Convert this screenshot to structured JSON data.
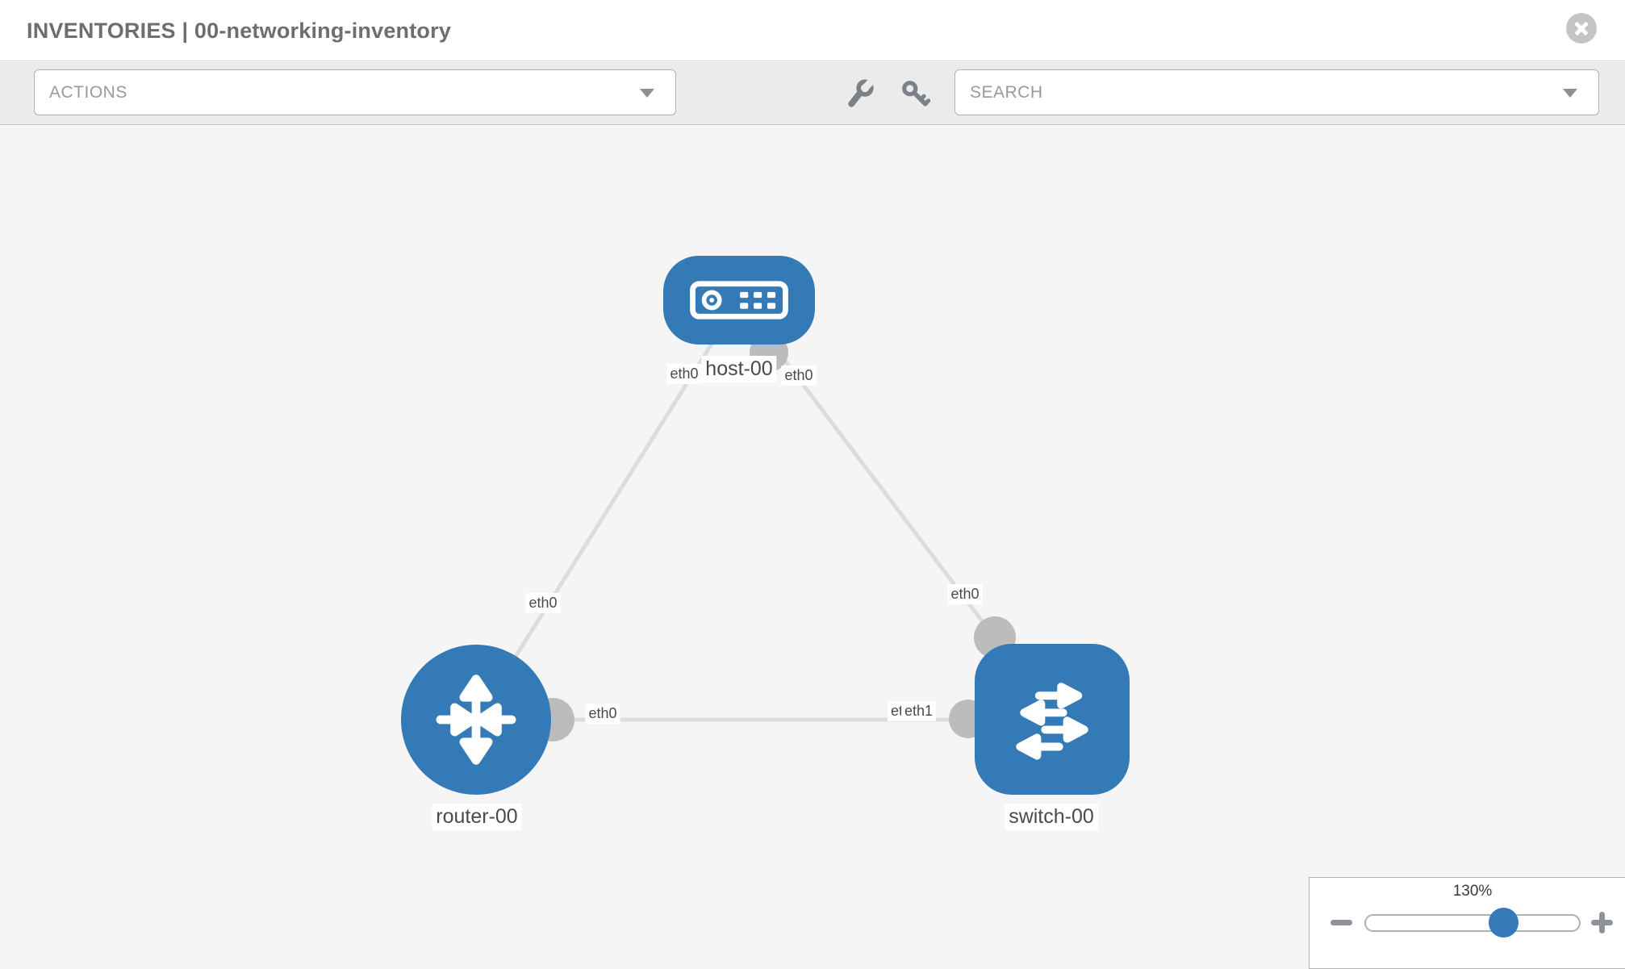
{
  "header": {
    "title": "INVENTORIES | 00-networking-inventory"
  },
  "toolbar": {
    "actions_label": "ACTIONS",
    "search_placeholder": "SEARCH",
    "tool_icons": [
      "wrench-icon",
      "key-icon"
    ]
  },
  "topology": {
    "nodes": [
      {
        "id": "host-00",
        "type": "host",
        "label": "host-00"
      },
      {
        "id": "router-00",
        "type": "router",
        "label": "router-00"
      },
      {
        "id": "switch-00",
        "type": "switch",
        "label": "switch-00"
      }
    ],
    "links": [
      {
        "from": "host-00",
        "to": "router-00",
        "interfaces": [
          "eth0",
          "eth0"
        ]
      },
      {
        "from": "host-00",
        "to": "switch-00",
        "interfaces": [
          "eth0",
          "eth0"
        ]
      },
      {
        "from": "router-00",
        "to": "switch-00",
        "interfaces": [
          "eth0",
          "eth0",
          "eth1"
        ]
      }
    ],
    "edge_labels": [
      {
        "text": "eth0"
      },
      {
        "text": "eth0"
      },
      {
        "text": "eth0"
      },
      {
        "text": "eth0"
      },
      {
        "text": "eth0"
      },
      {
        "text": "eth0"
      },
      {
        "text": "eth1"
      }
    ]
  },
  "zoom_control": {
    "level": "130%"
  },
  "colors": {
    "node_blue": "#337ab7",
    "edge_gray": "#dcdcdc",
    "port_gray": "#bcbcbc",
    "toolbar_gray": "#ebebeb"
  }
}
